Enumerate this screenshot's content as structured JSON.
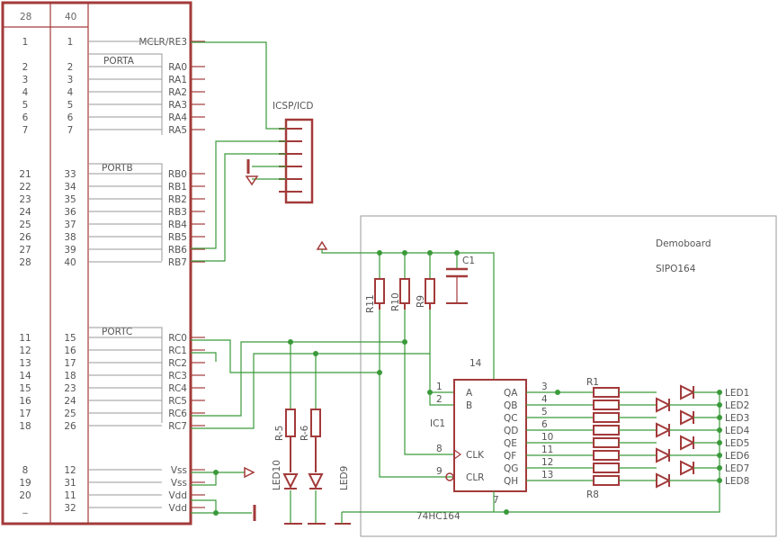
{
  "header": {
    "col_a": "28",
    "col_b": "40"
  },
  "pins": [
    {
      "a": "1",
      "b": "1",
      "name": "MCLR/RE3"
    },
    {
      "a": "2",
      "b": "2",
      "name": "RA0"
    },
    {
      "a": "3",
      "b": "3",
      "name": "RA1"
    },
    {
      "a": "4",
      "b": "4",
      "name": "RA2"
    },
    {
      "a": "5",
      "b": "5",
      "name": "RA3"
    },
    {
      "a": "6",
      "b": "6",
      "name": "RA4"
    },
    {
      "a": "7",
      "b": "7",
      "name": "RA5"
    },
    {
      "a": "21",
      "b": "33",
      "name": "RB0"
    },
    {
      "a": "22",
      "b": "34",
      "name": "RB1"
    },
    {
      "a": "23",
      "b": "35",
      "name": "RB2"
    },
    {
      "a": "24",
      "b": "36",
      "name": "RB3"
    },
    {
      "a": "25",
      "b": "37",
      "name": "RB4"
    },
    {
      "a": "26",
      "b": "38",
      "name": "RB5"
    },
    {
      "a": "27",
      "b": "39",
      "name": "RB6"
    },
    {
      "a": "28",
      "b": "40",
      "name": "RB7"
    },
    {
      "a": "11",
      "b": "15",
      "name": "RC0"
    },
    {
      "a": "12",
      "b": "16",
      "name": "RC1"
    },
    {
      "a": "13",
      "b": "17",
      "name": "RC2"
    },
    {
      "a": "14",
      "b": "18",
      "name": "RC3"
    },
    {
      "a": "15",
      "b": "23",
      "name": "RC4"
    },
    {
      "a": "16",
      "b": "24",
      "name": "RC5"
    },
    {
      "a": "17",
      "b": "25",
      "name": "RC6"
    },
    {
      "a": "18",
      "b": "26",
      "name": "RC7"
    },
    {
      "a": "8",
      "b": "12",
      "name": "Vss"
    },
    {
      "a": "19",
      "b": "31",
      "name": "Vss"
    },
    {
      "a": "20",
      "b": "11",
      "name": "Vdd"
    },
    {
      "a": "_",
      "b": "32",
      "name": "Vdd"
    }
  ],
  "ports": {
    "a": "PORTA",
    "b": "PORTB",
    "c": "PORTC"
  },
  "icsp": {
    "label": "ICSP/ICD"
  },
  "demoboard": {
    "title": "Demoboard",
    "subtitle": "SIPO164"
  },
  "resistors": {
    "r11": "R11",
    "r10": "R10",
    "r9": "R9",
    "r5": "R-5",
    "r6": "R-6",
    "r1": "R1",
    "r8": "R8"
  },
  "capacitor": {
    "c1": "C1"
  },
  "ic": {
    "name": "IC1",
    "part": "74HC164",
    "vcc_pin": "14",
    "gnd_pin": "7",
    "in_pins": [
      {
        "num": "1",
        "name": "A"
      },
      {
        "num": "2",
        "name": "B"
      },
      {
        "num": "8",
        "name": "CLK"
      },
      {
        "num": "9",
        "name": "CLR"
      }
    ],
    "outputs": [
      {
        "num": "3",
        "name": "QA",
        "led": "LED1"
      },
      {
        "num": "4",
        "name": "QB",
        "led": "LED2"
      },
      {
        "num": "5",
        "name": "QC",
        "led": "LED3"
      },
      {
        "num": "6",
        "name": "QD",
        "led": "LED4"
      },
      {
        "num": "10",
        "name": "QE",
        "led": "LED5"
      },
      {
        "num": "11",
        "name": "QF",
        "led": "LED6"
      },
      {
        "num": "12",
        "name": "QG",
        "led": "LED7"
      },
      {
        "num": "13",
        "name": "QH",
        "led": "LED8"
      }
    ]
  },
  "leds_small": {
    "led10": "LED10",
    "led9": "LED9"
  }
}
